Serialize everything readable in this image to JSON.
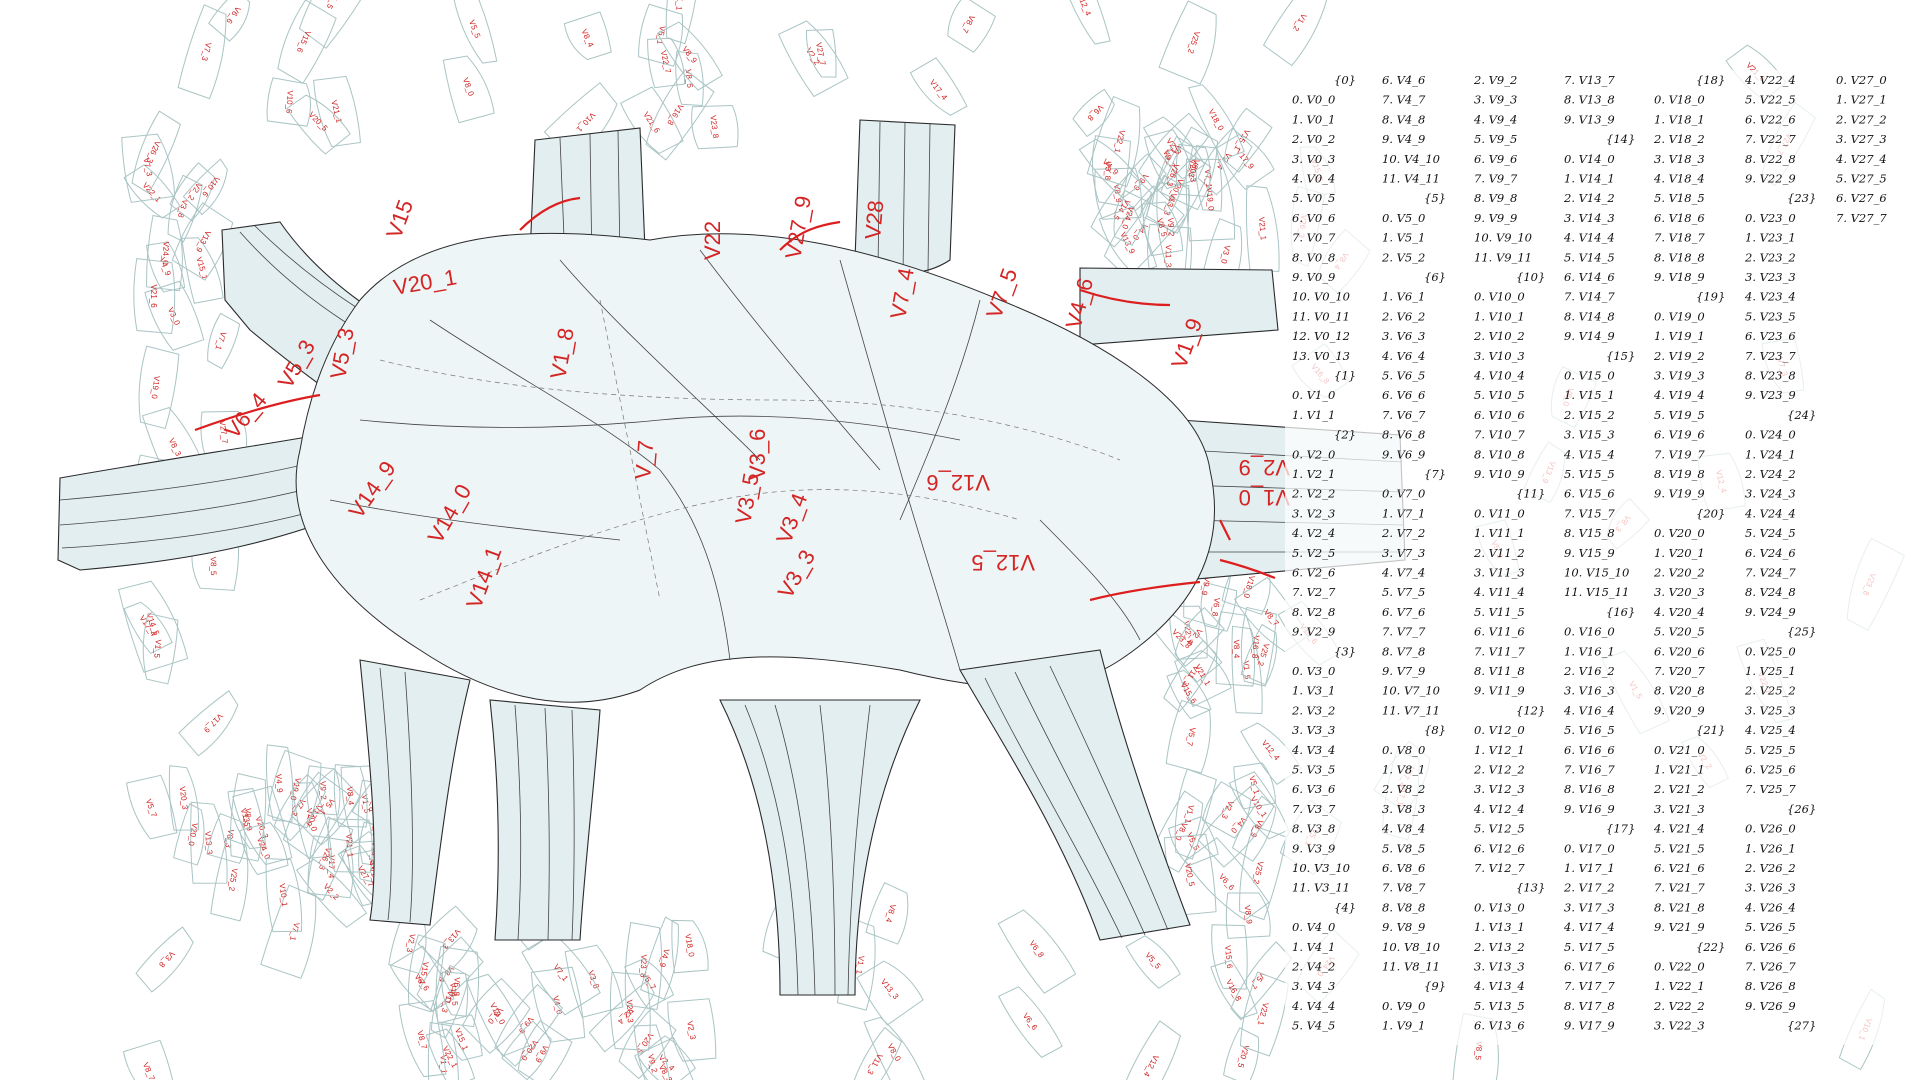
{
  "title": "",
  "colors": {
    "surface": "#e2eef0",
    "surface_light": "#eef5f6",
    "edge": "#2a2a2a",
    "panel_outline": "#aac4c4",
    "label_red": "#d42424",
    "legend_text": "#111111"
  },
  "surface_labels": [
    "V15",
    "V20_1",
    "V5_3",
    "V5_3",
    "V6_4",
    "V14_9",
    "V14_0",
    "V14_1",
    "V1_8",
    "V_7",
    "V3_6",
    "V3_5",
    "V3_4",
    "V3_3",
    "V12_6",
    "V12_5",
    "V1_9",
    "V1_0",
    "V2_9",
    "V27_9",
    "V28",
    "V22",
    "V7_4",
    "V7_5",
    "V4_6"
  ],
  "panel_labels": [
    "V8_5",
    "V5_7",
    "V8_4",
    "V8_3",
    "V8_9",
    "V1_5",
    "V20_0",
    "V1_1",
    "V2_2",
    "V3_8",
    "V15_6",
    "V13_9",
    "V4_0",
    "V5_1",
    "V20_3",
    "V6_6",
    "V21_6",
    "V7_1",
    "V8_0",
    "V1_2",
    "V2_3",
    "V21_1",
    "V9_2",
    "V8_7",
    "V17_4",
    "V22_1",
    "V23_8",
    "V24_0",
    "V11_3",
    "V25_2",
    "V19_0",
    "V20_5",
    "V7_3",
    "V15_1",
    "V16_8",
    "V17_9",
    "V2_4",
    "V22_7",
    "V4_9",
    "V18_0",
    "V10_6",
    "V3_0",
    "V12_4",
    "V26_3",
    "V9_9",
    "V10_1",
    "V14_5",
    "V6_8",
    "V27_7",
    "V13_3",
    "V5_5"
  ],
  "legend": {
    "groups": [
      {
        "header": "{0}",
        "items": [
          "0. V0_0",
          "1. V0_1",
          "2. V0_2",
          "3. V0_3",
          "4. V0_4",
          "5. V0_5",
          "6. V0_6",
          "7. V0_7",
          "8. V0_8",
          "9. V0_9",
          "10. V0_10",
          "11. V0_11",
          "12. V0_12",
          "13. V0_13"
        ]
      },
      {
        "header": "{1}",
        "items": [
          "0. V1_0",
          "1. V1_1"
        ]
      },
      {
        "header": "{2}",
        "items": [
          "0. V2_0",
          "1. V2_1",
          "2. V2_2",
          "3. V2_3",
          "4. V2_4",
          "5. V2_5",
          "6. V2_6",
          "7. V2_7",
          "8. V2_8",
          "9. V2_9"
        ]
      },
      {
        "header": "{3}",
        "items": [
          "0. V3_0",
          "1. V3_1",
          "2. V3_2",
          "3. V3_3",
          "4. V3_4",
          "5. V3_5",
          "6. V3_6",
          "7. V3_7",
          "8. V3_8",
          "9. V3_9"
        ]
      },
      {
        "header": "",
        "items": [
          "10. V3_10",
          "11. V3_11"
        ]
      },
      {
        "header": "{4}",
        "items": [
          "0. V4_0",
          "1. V4_1",
          "2. V4_2",
          "3. V4_3",
          "4. V4_4",
          "5. V4_5",
          "6. V4_6",
          "7. V4_7",
          "8. V4_8",
          "9. V4_9",
          "10. V4_10",
          "11. V4_11"
        ]
      },
      {
        "header": "{5}",
        "items": [
          "0. V5_0",
          "1. V5_1",
          "2. V5_2"
        ]
      },
      {
        "header": "{6}",
        "items": [
          "1. V6_1",
          "2. V6_2",
          "3. V6_3",
          "4. V6_4",
          "5. V6_5",
          "6. V6_6",
          "7. V6_7",
          "8. V6_8",
          "9. V6_9"
        ]
      },
      {
        "header": "{7}",
        "items": [
          "0. V7_0",
          "1. V7_1",
          "2. V7_2",
          "3. V7_3",
          "4. V7_4",
          "5. V7_5",
          "6. V7_6",
          "7. V7_7",
          "8. V7_8",
          "9. V7_9",
          "10. V7_10",
          "11. V7_11"
        ]
      },
      {
        "header": "{8}",
        "items": [
          "0. V8_0",
          "1. V8_1",
          "2. V8_2",
          "3. V8_3",
          "4. V8_4",
          "5. V8_5",
          "6. V8_6",
          "7. V8_7",
          "8. V8_8",
          "9. V8_9",
          "10. V8_10",
          "11. V8_11"
        ]
      },
      {
        "header": "{9}",
        "items": [
          "0. V9_0",
          "1. V9_1",
          "2. V9_2",
          "3. V9_3",
          "4. V9_4",
          "5. V9_5",
          "6. V9_6",
          "7. V9_7",
          "8. V9_8",
          "9. V9_9",
          "10. V9_10",
          "11. V9_11"
        ]
      },
      {
        "header": "{10}",
        "items": [
          "0. V10_0",
          "1. V10_1",
          "2. V10_2",
          "3. V10_3",
          "4. V10_4",
          "5. V10_5",
          "6. V10_6",
          "7. V10_7",
          "8. V10_8",
          "9. V10_9"
        ]
      },
      {
        "header": "{11}",
        "items": [
          "0. V11_0",
          "1. V11_1",
          "2. V11_2",
          "3. V11_3",
          "4. V11_4",
          "5. V11_5",
          "6. V11_6",
          "7. V11_7",
          "8. V11_8",
          "9. V11_9"
        ]
      },
      {
        "header": "{12}",
        "items": [
          "0. V12_0",
          "1. V12_1",
          "2. V12_2",
          "3. V12_3",
          "4. V12_4",
          "5. V12_5",
          "6. V12_6",
          "7. V12_7"
        ]
      },
      {
        "header": "{13}",
        "items": [
          "0. V13_0",
          "1. V13_1",
          "2. V13_2",
          "3. V13_3",
          "4. V13_4",
          "5. V13_5",
          "6. V13_6",
          "7. V13_7",
          "8. V13_8",
          "9. V13_9"
        ]
      },
      {
        "header": "{14}",
        "items": [
          "0. V14_0",
          "1. V14_1",
          "2. V14_2",
          "3. V14_3",
          "4. V14_4",
          "5. V14_5",
          "6. V14_6",
          "7. V14_7",
          "8. V14_8",
          "9. V14_9"
        ]
      },
      {
        "header": "{15}",
        "items": [
          "0. V15_0",
          "1. V15_1",
          "2. V15_2",
          "3. V15_3",
          "4. V15_4",
          "5. V15_5",
          "6. V15_6",
          "7. V15_7",
          "8. V15_8",
          "9. V15_9",
          "10. V15_10",
          "11. V15_11"
        ]
      },
      {
        "header": "{16}",
        "items": [
          "0. V16_0",
          "1. V16_1",
          "2. V16_2"
        ]
      },
      {
        "header": "",
        "items": [
          "3. V16_3",
          "4. V16_4",
          "5. V16_5",
          "6. V16_6",
          "7. V16_7",
          "8. V16_8",
          "9. V16_9"
        ]
      },
      {
        "header": "{17}",
        "items": [
          "0. V17_0",
          "1. V17_1",
          "2. V17_2",
          "3. V17_3",
          "4. V17_4",
          "5. V17_5",
          "6. V17_6",
          "7. V17_7",
          "8. V17_8",
          "9. V17_9"
        ]
      },
      {
        "header": "{18}",
        "items": [
          "0. V18_0",
          "1. V18_1",
          "2. V18_2",
          "3. V18_3",
          "4. V18_4",
          "5. V18_5",
          "6. V18_6",
          "7. V18_7",
          "8. V18_8",
          "9. V18_9"
        ]
      },
      {
        "header": "{19}",
        "items": [
          "0. V19_0",
          "1. V19_1",
          "2. V19_2",
          "3. V19_3",
          "4. V19_4",
          "5. V19_5",
          "6. V19_6",
          "7. V19_7",
          "8. V19_8",
          "9. V19_9"
        ]
      },
      {
        "header": "{20}",
        "items": [
          "0. V20_0",
          "1. V20_1",
          "2. V20_2",
          "3. V20_3",
          "4. V20_4",
          "5. V20_5",
          "6. V20_6"
        ]
      },
      {
        "header": "",
        "items": [
          "7. V20_7",
          "8. V20_8",
          "9. V20_9"
        ]
      },
      {
        "header": "{21}",
        "items": [
          "0. V21_0",
          "1. V21_1",
          "2. V21_2",
          "3. V21_3",
          "4. V21_4",
          "5. V21_5",
          "6. V21_6",
          "7. V21_7",
          "8. V21_8",
          "9. V21_9"
        ]
      },
      {
        "header": "{22}",
        "items": [
          "0. V22_0",
          "1. V22_1",
          "2. V22_2",
          "3. V22_3",
          "4. V22_4",
          "5. V22_5",
          "6. V22_6",
          "7. V22_7",
          "8. V22_8",
          "9. V22_9"
        ]
      },
      {
        "header": "{23}",
        "items": [
          "0. V23_0",
          "1. V23_1",
          "2. V23_2",
          "3. V23_3",
          "4. V23_4",
          "5. V23_5",
          "6. V23_6",
          "7. V23_7",
          "8. V23_8",
          "9. V23_9"
        ]
      },
      {
        "header": "{24}",
        "items": [
          "0. V24_0",
          "1. V24_1",
          "2. V24_2",
          "3. V24_3",
          "4. V24_4",
          "5. V24_5",
          "6. V24_6",
          "7. V24_7",
          "8. V24_8",
          "9. V24_9"
        ]
      },
      {
        "header": "{25}",
        "items": []
      },
      {
        "header": "",
        "items": [
          "0. V25_0",
          "1. V25_1",
          "2. V25_2",
          "3. V25_3",
          "4. V25_4",
          "5. V25_5",
          "6. V25_6",
          "7. V25_7"
        ]
      },
      {
        "header": "{26}",
        "items": [
          "0. V26_0",
          "1. V26_1",
          "2. V26_2",
          "3. V26_3",
          "4. V26_4",
          "5. V26_5",
          "6. V26_6",
          "7. V26_7",
          "8. V26_8",
          "9. V26_9"
        ]
      },
      {
        "header": "{27}",
        "items": [
          "0. V27_0",
          "1. V27_1",
          "2. V27_2",
          "3. V27_3",
          "4. V27_4",
          "5. V27_5",
          "6. V27_6",
          "7. V27_7"
        ]
      }
    ]
  }
}
